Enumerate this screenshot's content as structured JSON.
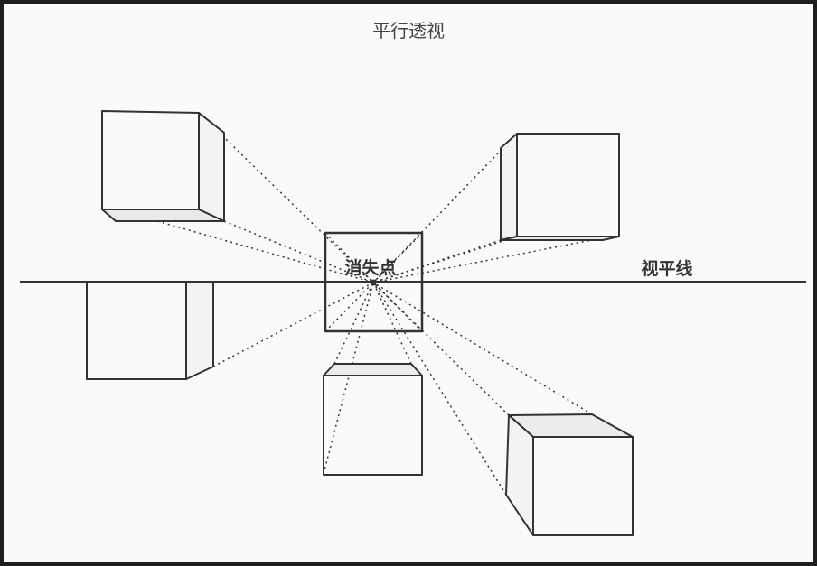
{
  "title": "平行透视",
  "labels": {
    "vanishing_point": "消失点",
    "horizon_line": "视平线"
  },
  "colors": {
    "background": "#1e1e1e",
    "paper": "#fafafa",
    "line": "#333333"
  }
}
